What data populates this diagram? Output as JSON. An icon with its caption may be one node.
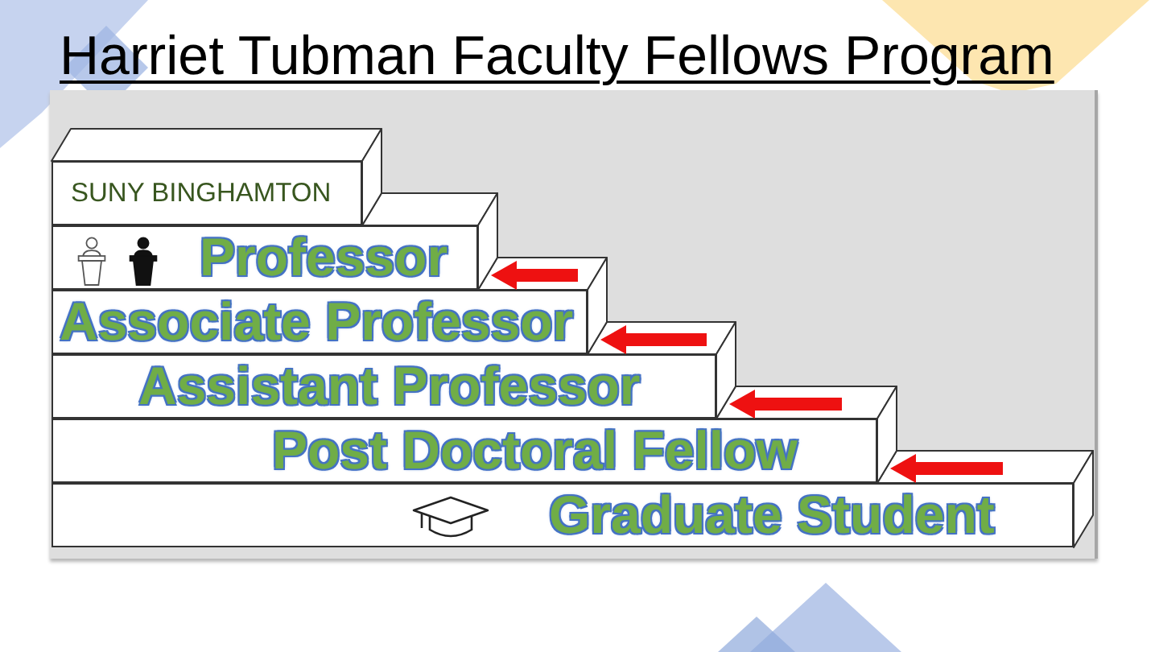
{
  "diagram": {
    "title": "Harriet Tubman Faculty Fellows Program",
    "nodes": [
      {
        "text": [
          "SUNY BINGHAMTON"
        ]
      },
      {
        "text": [
          "Professor"
        ]
      },
      {
        "text": [
          "Associate Professor"
        ]
      },
      {
        "text": [
          "Assistant Professor"
        ]
      },
      {
        "text": [
          "Post Doctoral Fellow"
        ]
      },
      {
        "text": [
          "Graduate Student"
        ]
      }
    ],
    "edges": [
      {
        "from": 2,
        "to": 1,
        "arrow": "to"
      },
      {
        "from": 3,
        "to": 2,
        "arrow": "to"
      },
      {
        "from": 4,
        "to": 3,
        "arrow": "to"
      },
      {
        "from": 5,
        "to": 4,
        "arrow": "to"
      }
    ]
  }
}
